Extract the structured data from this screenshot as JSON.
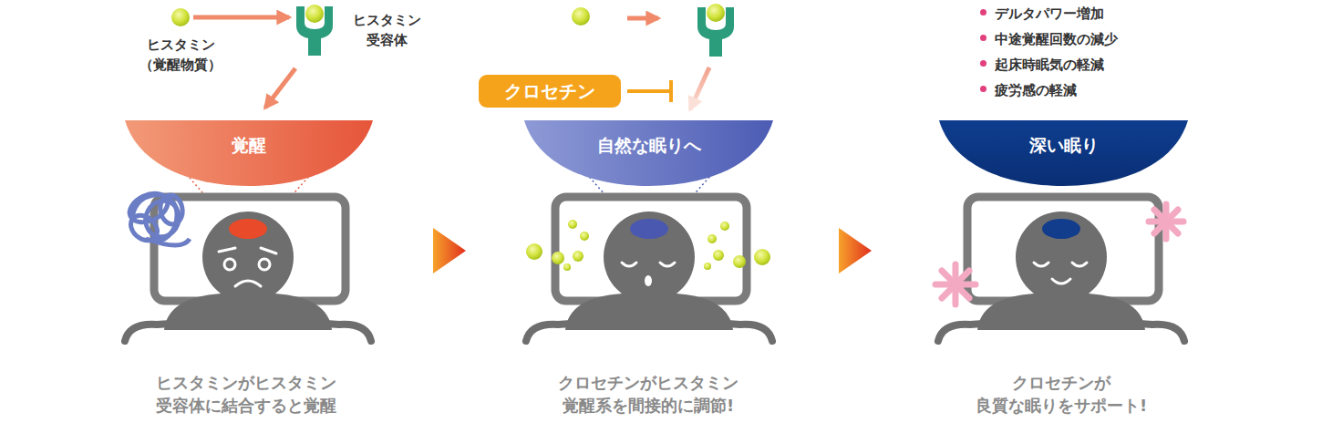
{
  "diagram": {
    "nodes": [
      {
        "text": [
          "ヒスタミン （覚醒物質）"
        ]
      },
      {
        "text": [
          "ヒスタミン 受容体"
        ]
      },
      {
        "text": [
          "覚醒"
        ]
      },
      {
        "text": [
          "クロセチン"
        ]
      },
      {
        "text": [
          "自然な眠りへ"
        ]
      },
      {
        "text": [
          "深い眠り"
        ]
      }
    ],
    "edges": [
      {
        "from": 0,
        "to": 1,
        "arrow": "to"
      },
      {
        "from": 1,
        "to": 2,
        "arrow": "to"
      }
    ],
    "labels": [
      "デルタパワー増加",
      "中途覚醒回数の減少",
      "起床時眠気の軽減",
      "疲労感の軽減",
      "ヒスタミンがヒスタミン 受容体に結合すると覚醒",
      "クロセチンがヒスタミン 覚醒系を間接的に調節!",
      "クロセチンが 良質な眠りをサポート!"
    ]
  }
}
